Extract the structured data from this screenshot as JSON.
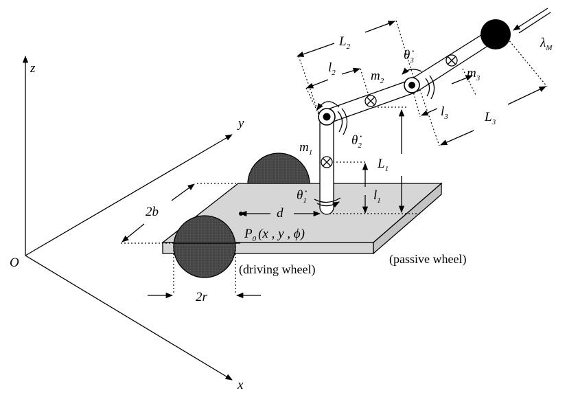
{
  "axes": {
    "x": "x",
    "y": "y",
    "z": "z",
    "origin": "O"
  },
  "masses": {
    "m1": "m",
    "m1_sub": "1",
    "m2": "m",
    "m2_sub": "2",
    "m3": "m",
    "m3_sub": "3"
  },
  "lengths": {
    "L1": "L",
    "L1_sub": "1",
    "L2": "L",
    "L2_sub": "2",
    "L3": "L",
    "L3_sub": "3",
    "l1": "l",
    "l1_sub": "1",
    "l2": "l",
    "l2_sub": "2",
    "l3": "l",
    "l3_sub": "3",
    "d": "d",
    "two_b": "2b",
    "two_r": "2r"
  },
  "angles": {
    "theta1": "θ̇",
    "theta1_sub": "1",
    "theta2": "θ̇",
    "theta2_sub": "2",
    "theta3": "θ̇",
    "theta3_sub": "3"
  },
  "point": {
    "name": "P",
    "sub": "0",
    "coords": "(x , y , ϕ)"
  },
  "force": {
    "name": "λ",
    "sub": "M"
  },
  "labels": {
    "driving_wheel": "(driving wheel)",
    "passive_wheel": "(passive wheel)"
  },
  "colors": {
    "wheel": "#4a4a4a",
    "platform": "#d6d6d6",
    "ink": "#000000",
    "payload": "#000000"
  }
}
